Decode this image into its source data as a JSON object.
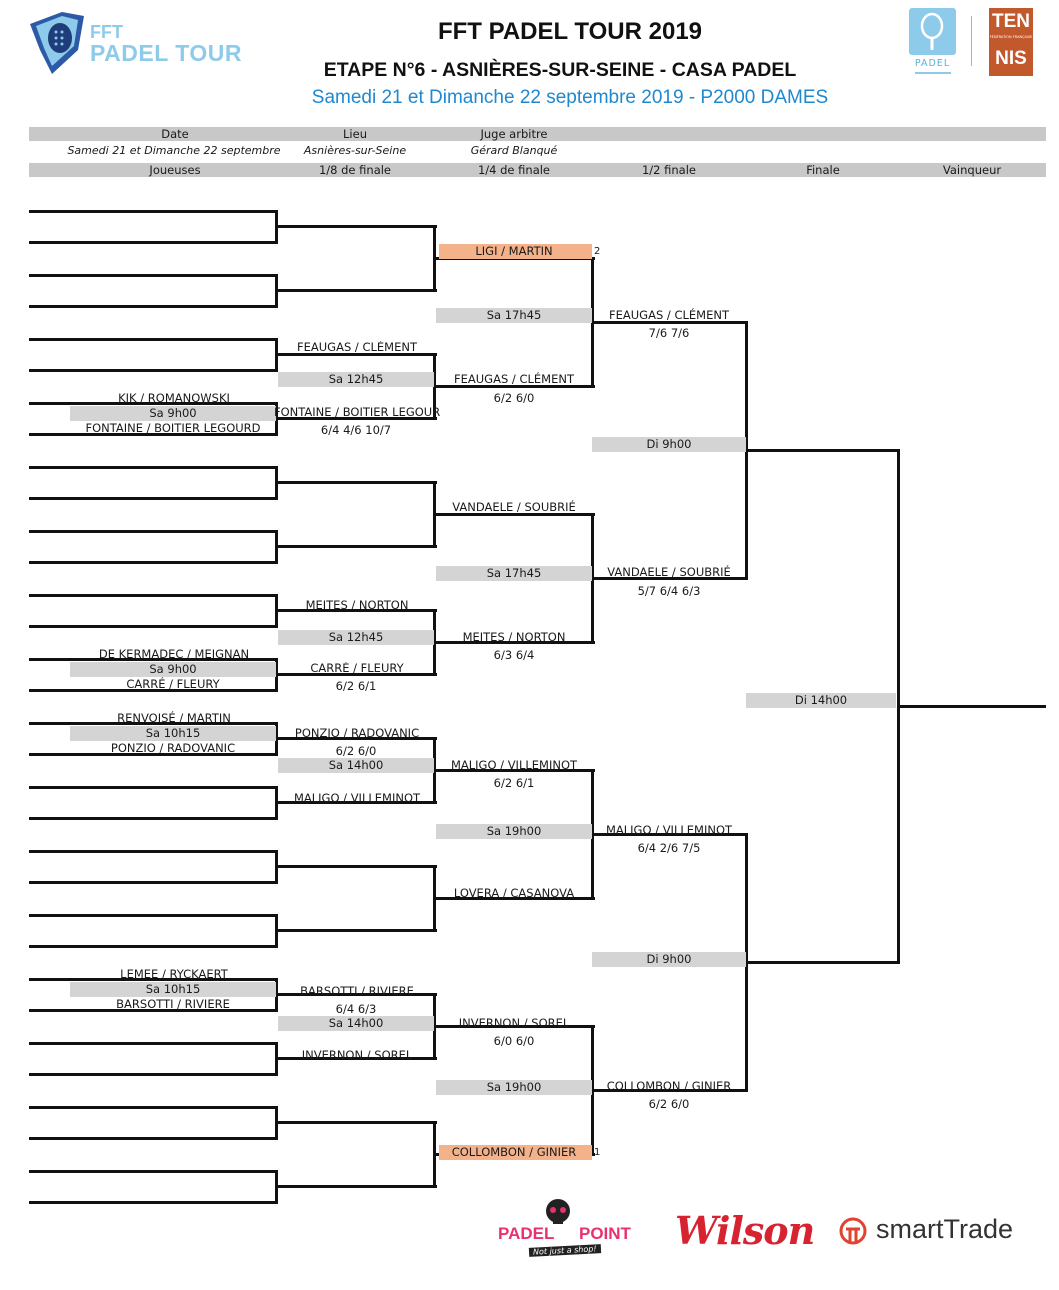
{
  "header": {
    "title": "FFT PADEL TOUR 2019",
    "subtitle": "ETAPE N°6 - ASNIÈRES-SUR-SEINE - CASA PADEL",
    "dates": "Samedi 21 et Dimanche 22 septembre 2019 - P2000 DAMES",
    "logo_fft_line1": "FFT",
    "logo_fft_line2": "PADEL TOUR",
    "logo_padel": "PADEL",
    "logo_tennis_top": "TEN",
    "logo_tennis_mid": "FÉDÉRATION FRANÇAISE",
    "logo_tennis_bottom": "NIS"
  },
  "info": {
    "date_label": "Date",
    "lieu_label": "Lieu",
    "juge_label": "Juge arbitre",
    "date_value": "Samedi 21 et Dimanche 22 septembre",
    "lieu_value": "Asnières-sur-Seine",
    "juge_value": "Gérard Blanqué"
  },
  "columns": {
    "joueuses": "Joueuses",
    "r16": "1/8 de finale",
    "qf": "1/4 de finale",
    "sf": "1/2 finale",
    "f": "Finale",
    "winner": "Vainqueur"
  },
  "r32": [
    {
      "top": "KIK / ROMANOWSKI",
      "time": "Sa 9h00",
      "bottom": "FONTAINE / BOITIER LEGOURD"
    },
    {
      "top": "DE KERMADEC / MEIGNAN",
      "time": "Sa 9h00",
      "bottom": "CARRÉ / FLEURY"
    },
    {
      "top": "RENVOISÉ / MARTIN",
      "time": "Sa 10h15",
      "bottom": "PONZIO / RADOVANIC"
    },
    {
      "top": "LEMEE / RYCKAERT",
      "time": "Sa 10h15",
      "bottom": "BARSOTTI / RIVIERE"
    }
  ],
  "r16": [
    {
      "name": "FEAUGAS / CLÉMENT"
    },
    {
      "time": "Sa 12h45"
    },
    {
      "name": "FONTAINE / BOITIER LEGOURD",
      "score": "6/4 4/6 10/7"
    },
    {
      "name": "MEITES / NORTON"
    },
    {
      "time": "Sa 12h45"
    },
    {
      "name": "CARRÉ / FLEURY",
      "score": "6/2 6/1"
    },
    {
      "name": "PONZIO / RADOVANIC",
      "score": "6/2 6/0"
    },
    {
      "time": "Sa 14h00"
    },
    {
      "name": "MALIGO / VILLEMINOT"
    },
    {
      "name": "BARSOTTI / RIVIERE",
      "score": "6/4 6/3"
    },
    {
      "time": "Sa 14h00"
    },
    {
      "name": "INVERNON / SOREL"
    }
  ],
  "qf": [
    {
      "name": "LIGI / MARTIN",
      "seed": "2"
    },
    {
      "time": "Sa 17h45"
    },
    {
      "name": "FEAUGAS / CLÉMENT",
      "score": "6/2 6/0"
    },
    {
      "name": "VANDAELE / SOUBRIÉ"
    },
    {
      "time": "Sa 17h45"
    },
    {
      "name": "MEITES / NORTON",
      "score": "6/3 6/4"
    },
    {
      "name": "MALIGO / VILLEMINOT",
      "score": "6/2 6/1"
    },
    {
      "time": "Sa 19h00"
    },
    {
      "name": "LOVERA / CASANOVA"
    },
    {
      "name": "INVERNON / SOREL",
      "score": "6/0 6/0"
    },
    {
      "time": "Sa 19h00"
    },
    {
      "name": "COLLOMBON / GINIER",
      "seed": "1"
    }
  ],
  "sf": [
    {
      "name": "FEAUGAS / CLÉMENT",
      "score": "7/6 7/6"
    },
    {
      "time": "Di 9h00"
    },
    {
      "name": "VANDAELE / SOUBRIÉ",
      "score": "5/7 6/4 6/3"
    },
    {
      "name": "MALIGO / VILLEMINOT",
      "score": "6/4 2/6 7/5"
    },
    {
      "time": "Di 9h00"
    },
    {
      "name": "COLLOMBON / GINIER",
      "score": "6/2 6/0"
    }
  ],
  "final": {
    "time": "Di 14h00"
  },
  "sponsors": {
    "padelpoint_1": "PADEL",
    "padelpoint_2": "POINT",
    "padelpoint_tag": "Not just a shop!",
    "wilson": "Wilson",
    "smarttrade": "smartTrade"
  },
  "colors": {
    "title_blue": "#1e88d0",
    "seed_orange": "#f4b28a",
    "gray_bar": "#d4d4d4",
    "tennis_brown": "#c2592d",
    "padel_blue": "#8ecbea"
  }
}
